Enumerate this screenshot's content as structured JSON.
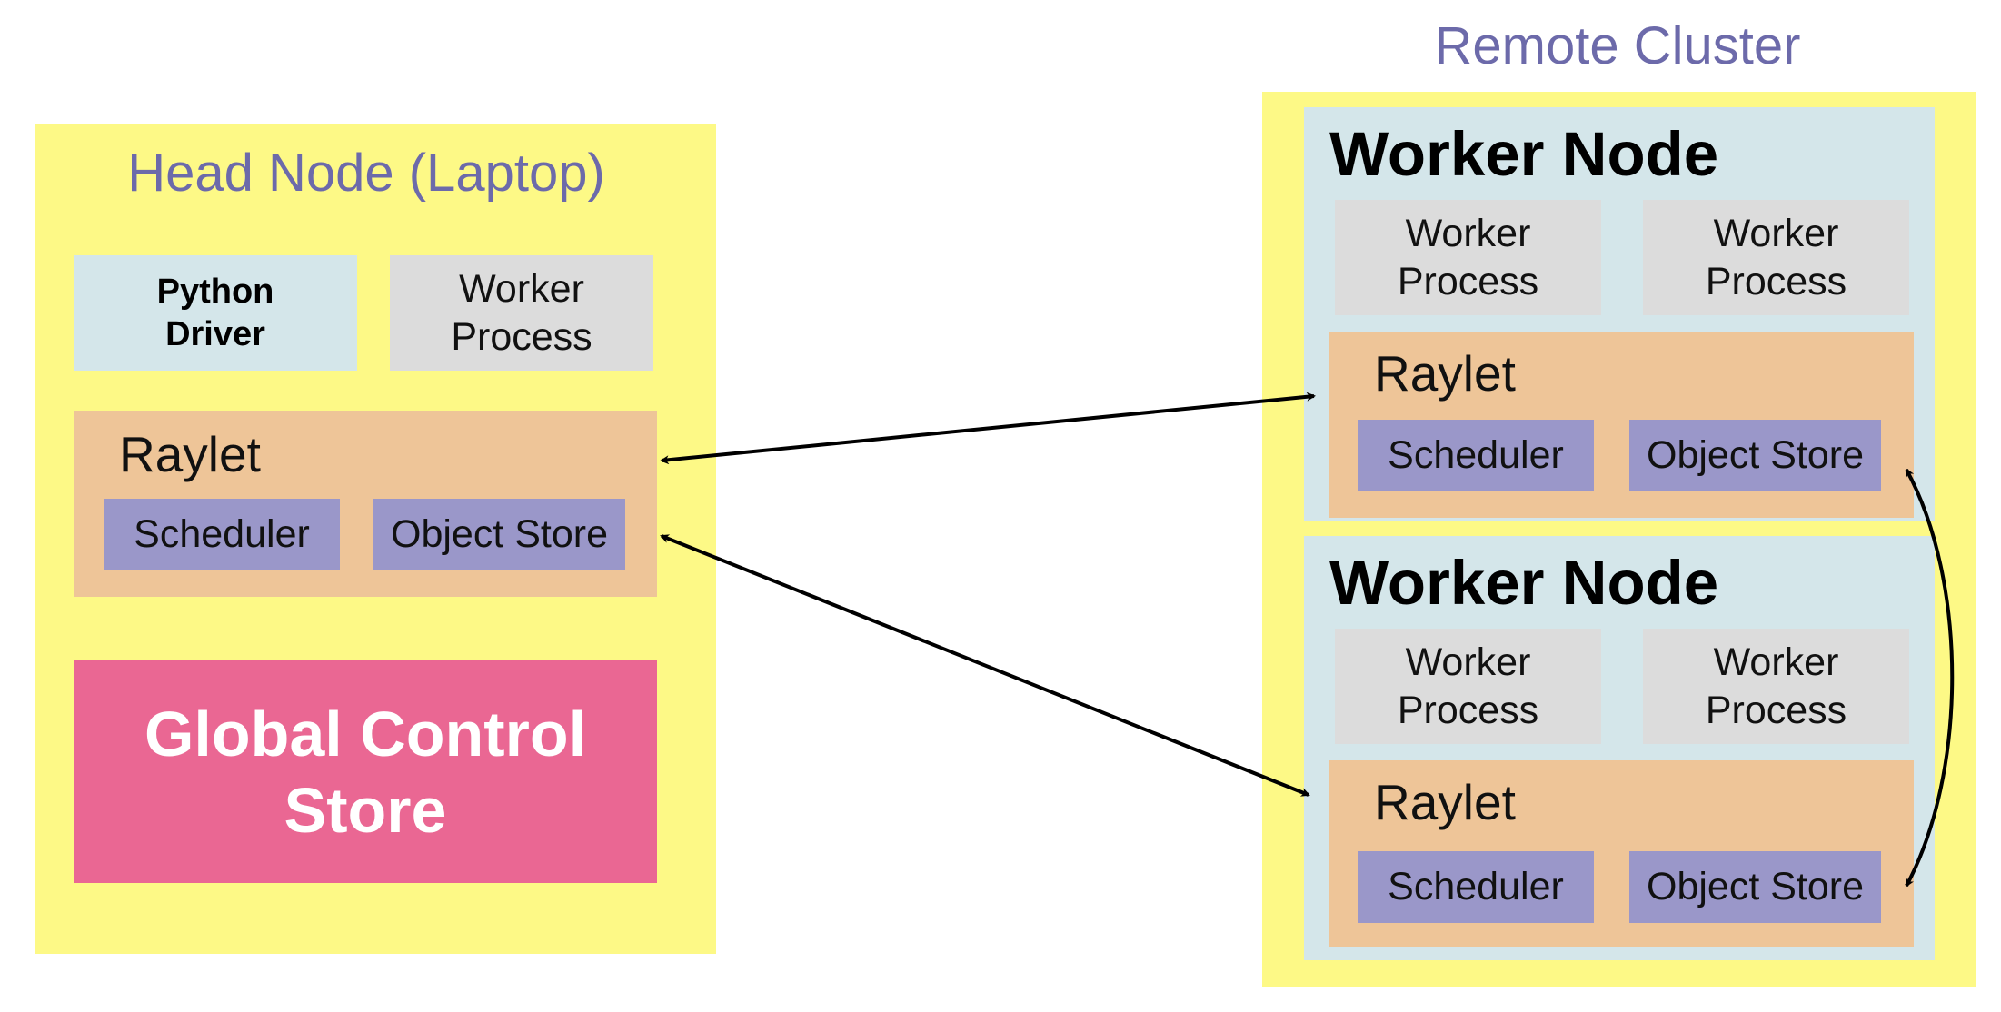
{
  "head_node": {
    "title": "Head Node (Laptop)",
    "driver_line1": "Python",
    "driver_line2": "Driver",
    "worker_line1": "Worker",
    "worker_line2": "Process",
    "raylet": "Raylet",
    "scheduler": "Scheduler",
    "object_store": "Object Store",
    "gcs_line1": "Global Control",
    "gcs_line2": "Store"
  },
  "remote_cluster": {
    "title": "Remote Cluster",
    "nodes": [
      {
        "title": "Worker Node",
        "workers": [
          {
            "line1": "Worker",
            "line2": "Process"
          },
          {
            "line1": "Worker",
            "line2": "Process"
          }
        ],
        "raylet": "Raylet",
        "scheduler": "Scheduler",
        "object_store": "Object Store"
      },
      {
        "title": "Worker Node",
        "workers": [
          {
            "line1": "Worker",
            "line2": "Process"
          },
          {
            "line1": "Worker",
            "line2": "Process"
          }
        ],
        "raylet": "Raylet",
        "scheduler": "Scheduler",
        "object_store": "Object Store"
      }
    ]
  },
  "colors": {
    "node_background": "#fdf986",
    "worker_node_background": "#d4e6ea",
    "process_background": "#dcdcdc",
    "raylet_background": "#eec598",
    "component_background": "#9a97c9",
    "gcs_background": "#ea6793",
    "title_color": "#6c6aaa"
  }
}
